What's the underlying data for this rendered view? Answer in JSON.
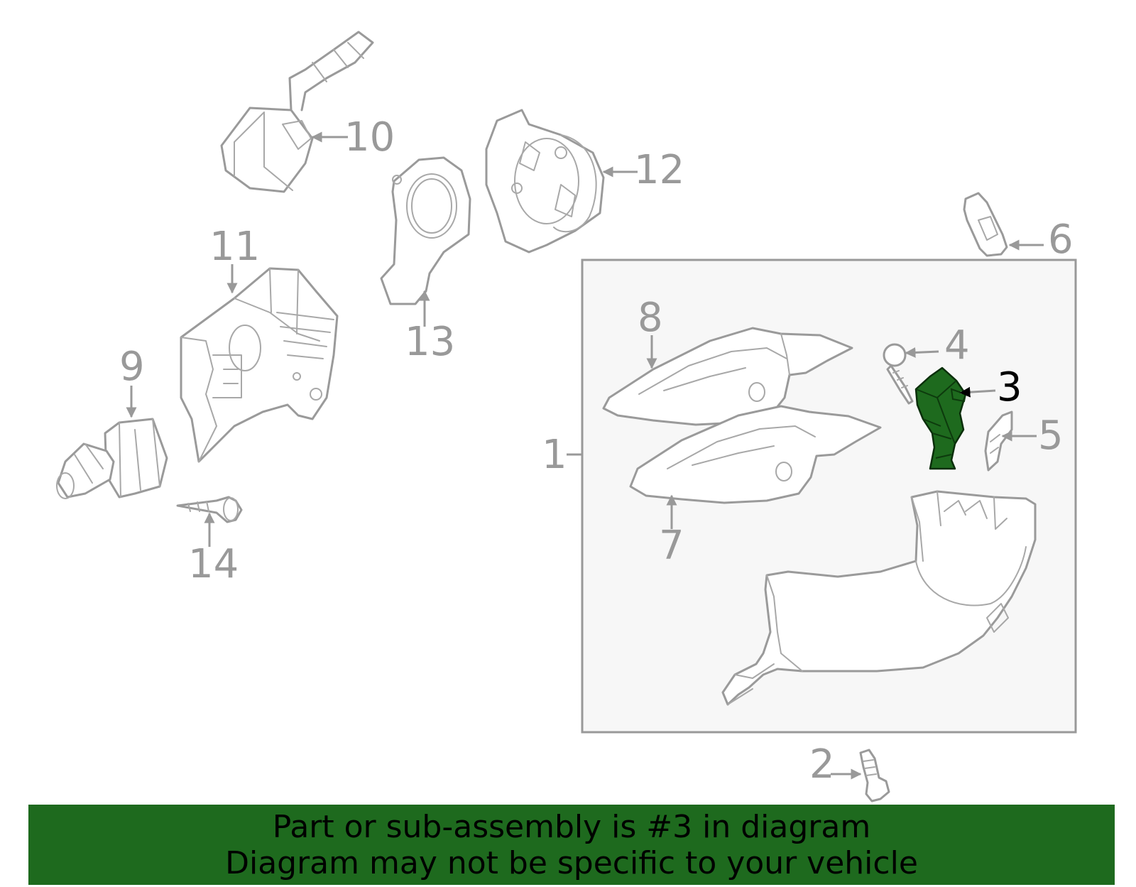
{
  "highlight_color": "#1e6a1e",
  "line_color": "#999999",
  "callouts": [
    {
      "id": "1",
      "label": "1"
    },
    {
      "id": "2",
      "label": "2"
    },
    {
      "id": "3",
      "label": "3"
    },
    {
      "id": "4",
      "label": "4"
    },
    {
      "id": "5",
      "label": "5"
    },
    {
      "id": "6",
      "label": "6"
    },
    {
      "id": "7",
      "label": "7"
    },
    {
      "id": "8",
      "label": "8"
    },
    {
      "id": "9",
      "label": "9"
    },
    {
      "id": "10",
      "label": "10"
    },
    {
      "id": "11",
      "label": "11"
    },
    {
      "id": "12",
      "label": "12"
    },
    {
      "id": "13",
      "label": "13"
    },
    {
      "id": "14",
      "label": "14"
    }
  ],
  "highlighted_part": "3",
  "banner": {
    "line1": "Part or sub-assembly is #3 in diagram",
    "line2": "Diagram may not be specific to your vehicle"
  }
}
